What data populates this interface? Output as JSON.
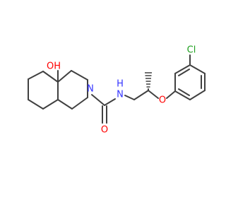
{
  "structure": {
    "atoms": {
      "oh": "OH",
      "n_ring": "N",
      "amide_n": "N",
      "amide_h": "H",
      "carbonyl_o": "O",
      "ether_o": "O",
      "chlorine": "Cl"
    },
    "colors": {
      "bond": "#404040",
      "oxygen": "#ff0000",
      "nitrogen": "#3333ff",
      "chlorine": "#1fa01f"
    }
  }
}
